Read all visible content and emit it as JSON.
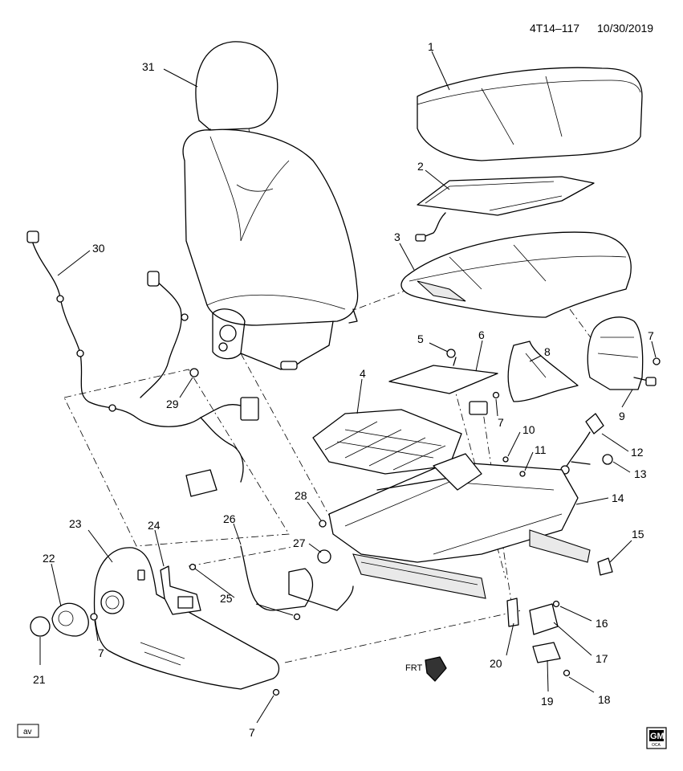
{
  "header": {
    "code": "4T14–117",
    "date": "10/30/2019"
  },
  "badge": {
    "label": "av"
  },
  "logo": {
    "label": "GM",
    "sub": "OCA"
  },
  "front_indicator": {
    "label": "FRT"
  },
  "callouts": {
    "c1": "1",
    "c2": "2",
    "c3": "3",
    "c4": "4",
    "c5": "5",
    "c6": "6",
    "c7a": "7",
    "c7b": "7",
    "c7c": "7",
    "c7d": "7",
    "c8": "8",
    "c9": "9",
    "c10": "10",
    "c11": "11",
    "c12": "12",
    "c13": "13",
    "c14": "14",
    "c15": "15",
    "c16": "16",
    "c17": "17",
    "c18": "18",
    "c19": "19",
    "c20": "20",
    "c21": "21",
    "c22": "22",
    "c23": "23",
    "c24": "24",
    "c25": "25",
    "c26": "26",
    "c27": "27",
    "c28": "28",
    "c29": "29",
    "c30": "30",
    "c31": "31"
  }
}
